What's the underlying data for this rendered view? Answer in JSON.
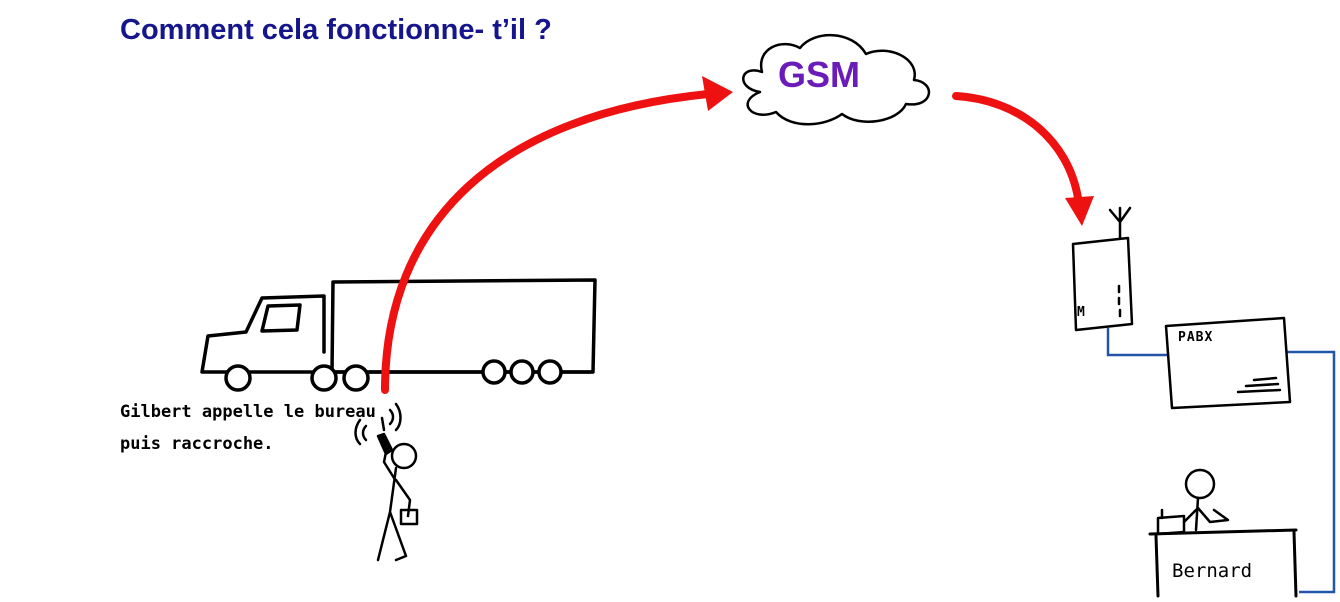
{
  "title": "Comment cela fonctionne- t’il ?",
  "caption": {
    "line1": "Gilbert appelle le bureau",
    "line2": "puis raccroche."
  },
  "cloud": {
    "label": "GSM"
  },
  "pabx": {
    "label": "PABX"
  },
  "modem": {
    "label": "M"
  },
  "desk": {
    "label": "Bernard"
  },
  "colors": {
    "title": "#15158c",
    "gsm": "#6a1bb8",
    "arrow": "#ee1111",
    "line": "#2255aa"
  }
}
